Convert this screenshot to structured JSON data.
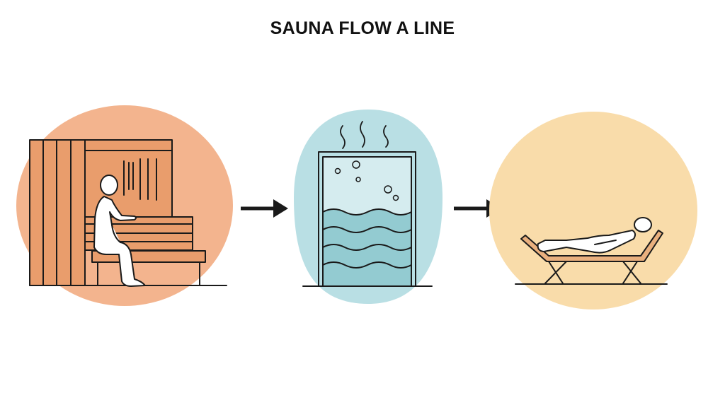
{
  "title": "SAUNA FLOW A LINE",
  "steps": [
    {
      "name": "sauna",
      "icon": "sauna-person-icon"
    },
    {
      "name": "cold-plunge",
      "icon": "cold-plunge-icon"
    },
    {
      "name": "rest",
      "icon": "lounger-rest-icon"
    }
  ],
  "colors": {
    "sauna_bg": "#f3b48e",
    "wood": "#e99d6c",
    "plunge_bg": "#b9dfe4",
    "water": "#93cbd1",
    "rest_bg": "#f9dcaa",
    "line": "#1a1a1a"
  }
}
